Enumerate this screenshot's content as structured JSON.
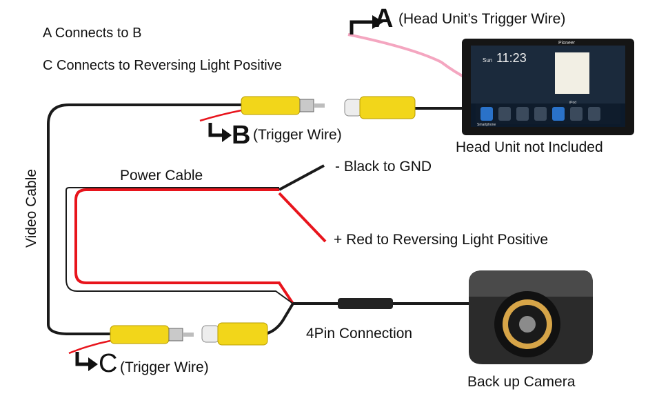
{
  "notes": {
    "line1": "A Connects to B",
    "line2": "C Connects to Reversing Light Positive"
  },
  "wire_a": {
    "letter": "A",
    "label": "(Head Unit’s Trigger Wire)"
  },
  "wire_b": {
    "letter": "B",
    "label": "(Trigger Wire)"
  },
  "wire_c": {
    "letter": "C",
    "label": "(Trigger Wire)"
  },
  "head_unit": {
    "caption": "Head Unit not Included",
    "brand": "Pioneer",
    "screen_time": "11:23",
    "screen_day": "Sun",
    "tiles": [
      "Smartphone",
      "",
      "",
      "",
      "",
      "iPod",
      ""
    ]
  },
  "cables": {
    "video": "Video Cable",
    "power": "Power Cable",
    "ground": "- Black to GND",
    "positive": "+ Red to Reversing Light Positive",
    "connector": "4Pin Connection"
  },
  "camera": {
    "caption": "Back up Camera"
  },
  "colors": {
    "black_wire": "#1a1a1a",
    "red_wire": "#e8141c",
    "pink_wire": "#f4a6c0",
    "rca_yellow": "#f2d61a",
    "lens_gold": "#d7a548"
  }
}
